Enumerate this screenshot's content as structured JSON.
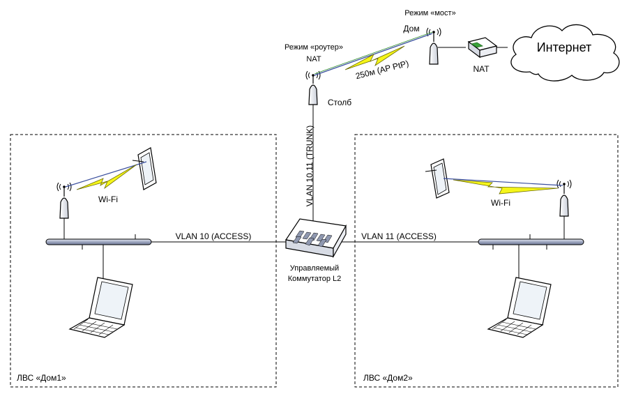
{
  "internet": {
    "label": "Интернет"
  },
  "bridge_site": {
    "mode_label": "Режим «мост»",
    "name_label": "Дом",
    "nat_label": "NAT"
  },
  "pole_site": {
    "mode_label": "Режим «роутер»",
    "nat_label": "NAT",
    "name_label": "Столб"
  },
  "ptp_link": {
    "label": "250м (AP PtP)"
  },
  "trunk_link": {
    "label": "VLAN 10,11 (TRUNK)"
  },
  "switch": {
    "line1": "Управляемый",
    "line2": "Коммутатор L2"
  },
  "lan1": {
    "label": "ЛВС «Дом1»",
    "access_label": "VLAN 10 (ACCESS)",
    "wifi_label": "Wi-Fi"
  },
  "lan2": {
    "label": "ЛВС «Дом2»",
    "access_label": "VLAN 11 (ACCESS)",
    "wifi_label": "Wi-Fi"
  },
  "colors": {
    "line": "#000000",
    "bolt_fill": "#f5f51a",
    "bolt_stroke": "#6b6b00",
    "wireless_line": "#3a4f9e",
    "router_accent": "#3aa23a",
    "laptop_screen": "#eef3f8",
    "device_fill": "#ffffff",
    "bus_fill": "#aab2c8"
  }
}
